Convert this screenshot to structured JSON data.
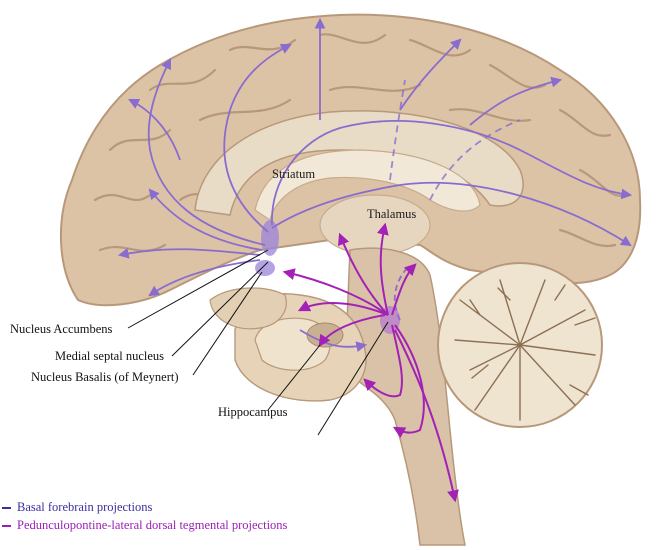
{
  "labels": {
    "striatum": "Striatum",
    "thalamus": "Thalamus",
    "nucleus_accumbens": "Nucleus Accumbens",
    "medial_septal": "Medial septal nucleus",
    "nucleus_basalis": "Nucleus Basalis (of Meynert)",
    "hippocampus": "Hippocampus"
  },
  "legend": [
    {
      "label": "Basal forebrain projections",
      "color": "#3a2f9e"
    },
    {
      "label": "Pedunculopontine-lateral dorsal tegmental projections",
      "color": "#9a1fb5"
    }
  ],
  "colors": {
    "cortex": "#dcc3a6",
    "cortex_dark": "#b8987a",
    "medial": "#e9dcc6",
    "brainstem": "#d9c2a8",
    "cerebellum": "#efe4cf",
    "basal_path": "#8a6ccf",
    "ppt_path": "#a321b5"
  }
}
